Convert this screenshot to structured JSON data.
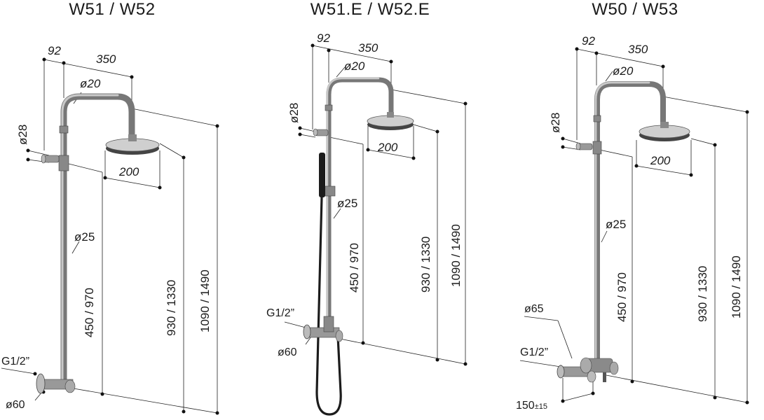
{
  "models": [
    {
      "title": "W51 / W52",
      "dims": {
        "offset": "92",
        "reach": "350",
        "arm_dia": "ø20",
        "inlet_dia": "ø28",
        "head_dia": "200",
        "riser_dia": "ø25",
        "inlet_height": "450 / 970",
        "head_height": "930 / 1330",
        "total_height": "1090 / 1490",
        "thread": "G1/2”",
        "flange_dia": "ø60"
      }
    },
    {
      "title": "W51.E / W52.E",
      "dims": {
        "offset": "92",
        "reach": "350",
        "arm_dia": "ø20",
        "inlet_dia": "ø28",
        "head_dia": "200",
        "riser_dia": "ø25",
        "inlet_height": "450 / 970",
        "head_height": "930 / 1330",
        "total_height": "1090 / 1490",
        "thread": "G1/2”",
        "flange_dia": "ø60"
      }
    },
    {
      "title": "W50 / W53",
      "dims": {
        "offset": "92",
        "reach": "350",
        "arm_dia": "ø20",
        "inlet_dia": "ø28",
        "head_dia": "200",
        "riser_dia": "ø25",
        "inlet_height": "450 / 970",
        "head_height": "930 / 1330",
        "total_height": "1090 / 1490",
        "mixer_dia": "ø65",
        "thread": "G1/2”",
        "spacing": "150",
        "spacing_tol": "±15"
      }
    }
  ]
}
